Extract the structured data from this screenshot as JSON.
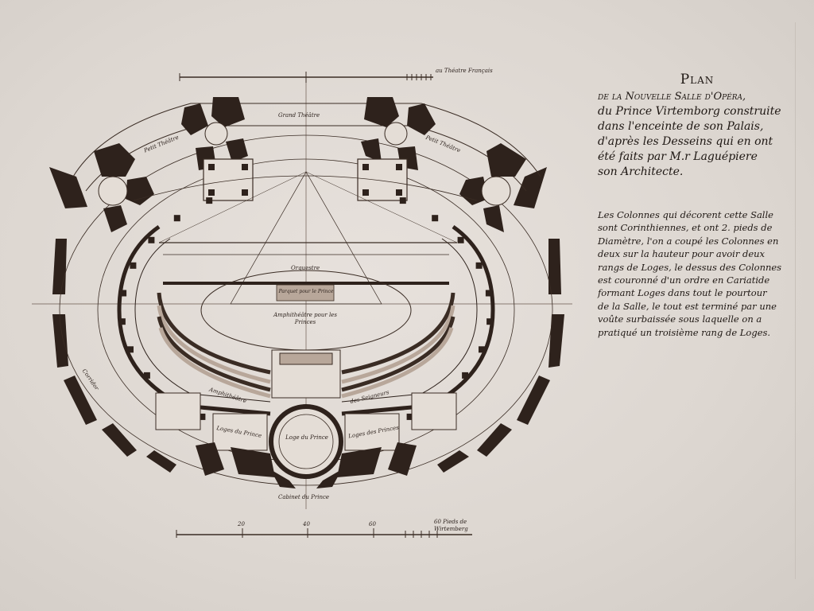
{
  "title": {
    "heading": "Plan",
    "lines": [
      "de la Nouvelle Salle d'Opéra,",
      "du Prince Virtemborg construite",
      "dans l'enceinte de son Palais,",
      "d'après les Desseins qui en ont",
      "été faits par M.r Laguépiere",
      "son Architecte."
    ]
  },
  "description": {
    "lines": [
      "Les Colonnes qui décorent cette Salle",
      "sont Corinthiennes, et ont 2. pieds de",
      "Diamètre, l'on a coupé les Colonnes en",
      "deux sur la hauteur pour avoir deux",
      "rangs de Loges, le dessus des Colonnes",
      "est couronné d'un ordre en Cariatide",
      "formant Loges dans tout le pourtour",
      "de la Salle, le tout est terminé par une",
      "voûte surbaissée sous laquelle on a",
      "pratiqué un troisième rang de Loges."
    ]
  },
  "labels": {
    "top_scale": "au Théatre Français",
    "grand_theatre": "Grand Théâtre",
    "petit_theatre_left": "Petit Théâtre",
    "petit_theatre_right": "Petit Théâtre",
    "orquestre": "Orquestre",
    "parquet": "Parquet pour le Prince",
    "amphitheatre_princes": "Amphithéâtre pour les Princes",
    "amphitheatre": "Amphithéâtre",
    "des_seigneurs": "des Seigneurs",
    "loge_du_prince": "Loge du Prince",
    "cabinet_du_prince": "Cabinet du Prince",
    "corridor": "Corridor",
    "loges_left": "Loges du Prince",
    "loges_right": "Loges des Princes",
    "scale_ticks": [
      "20",
      "40",
      "60"
    ],
    "scale_unit": "60 Pieds de Wirtemberg"
  },
  "colors": {
    "paper": "#e2dcd6",
    "ink": "#2a1f1a",
    "wash": "#b8a79a"
  }
}
